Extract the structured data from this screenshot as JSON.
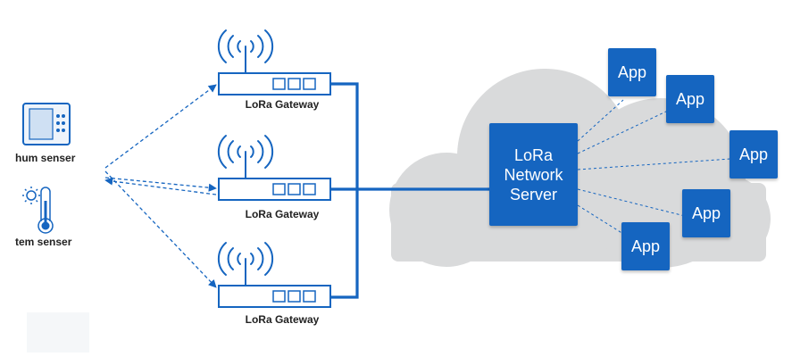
{
  "sensors": [
    {
      "label": "hum senser",
      "icon": "humidity-sensor-icon"
    },
    {
      "label": "tem senser",
      "icon": "thermometer-sun-icon"
    }
  ],
  "gateways": [
    {
      "label": "LoRa Gateway"
    },
    {
      "label": "LoRa Gateway"
    },
    {
      "label": "LoRa Gateway"
    }
  ],
  "server": {
    "label": "LoRa\nNetwork\nServer"
  },
  "apps": [
    {
      "label": "App"
    },
    {
      "label": "App"
    },
    {
      "label": "App"
    },
    {
      "label": "App"
    },
    {
      "label": "App"
    }
  ],
  "colors": {
    "accent": "#1565c0",
    "cloud": "#d9dadb",
    "text": "#222222"
  }
}
